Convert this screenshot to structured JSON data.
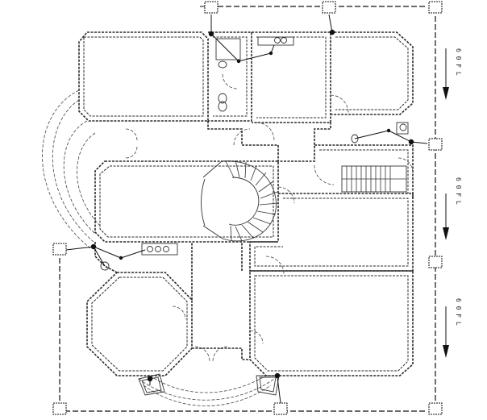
{
  "drawing": {
    "pipe_labels": [
      "6 0 F L",
      "6 0 F L",
      "6 0 F L"
    ],
    "colors": {
      "line": "#111111",
      "wall": "#2a2a2a",
      "background": "#ffffff"
    }
  }
}
